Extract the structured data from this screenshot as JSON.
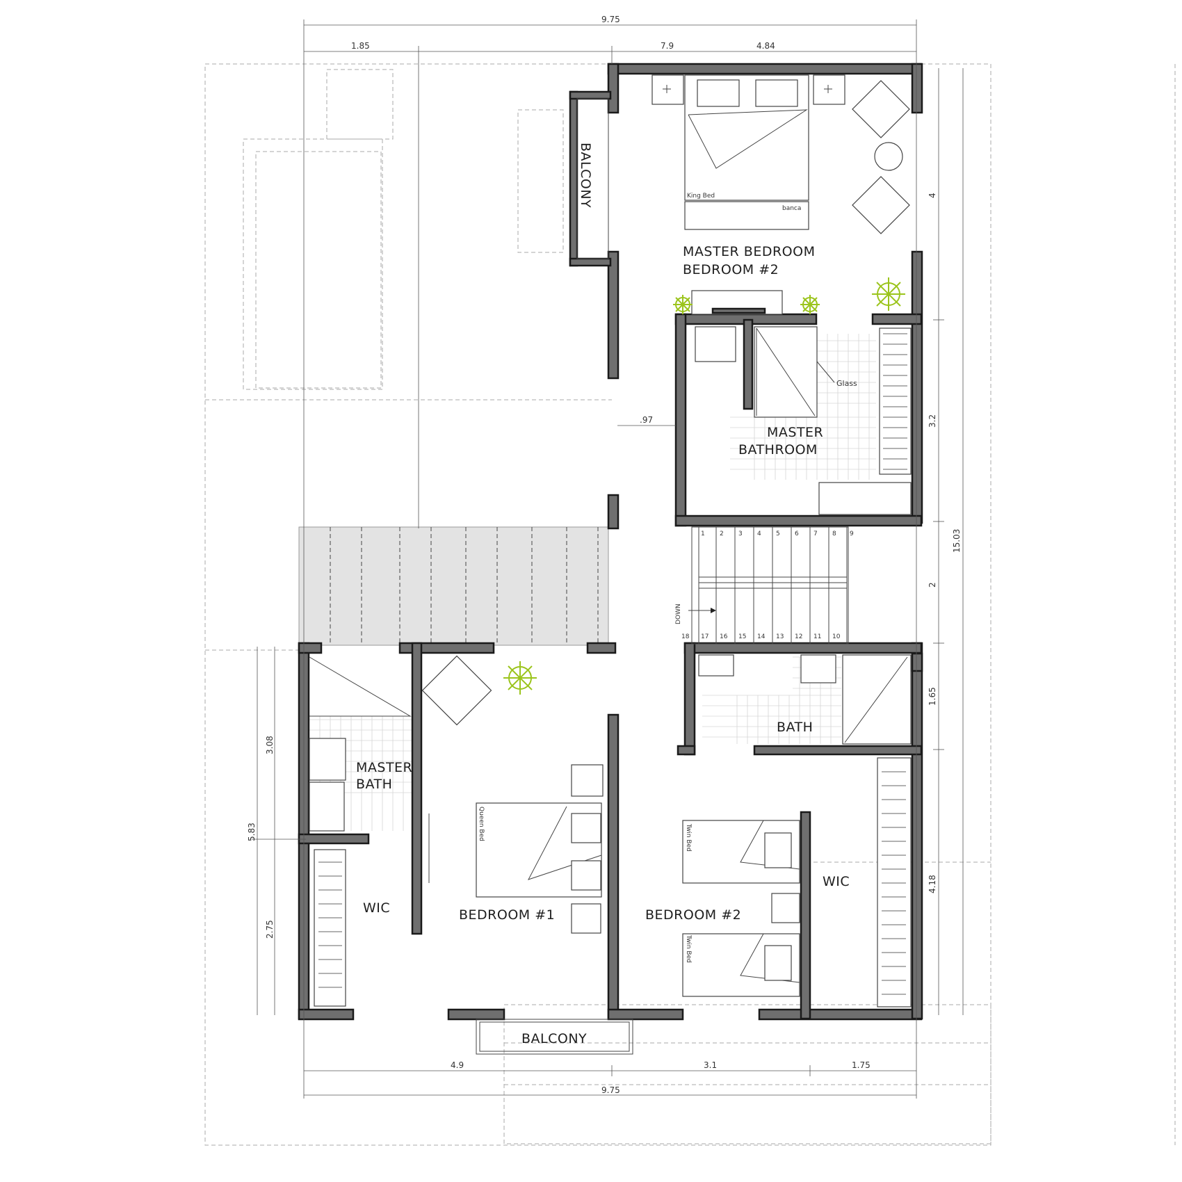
{
  "drawing": {
    "rooms": {
      "master_bedroom_line1": "MASTER BEDROOM",
      "master_bedroom_line2": "BEDROOM #2",
      "master_bathroom_line1": "MASTER",
      "master_bathroom_line2": "BATHROOM",
      "master_bath_line1": "MASTER",
      "master_bath_line2": "BATH",
      "bath": "BATH",
      "wic_left": "WIC",
      "wic_right": "WIC",
      "bedroom1": "BEDROOM #1",
      "bedroom2": "BEDROOM #2",
      "balcony_top": "BALCONY",
      "balcony_bottom": "BALCONY"
    },
    "furniture": {
      "king_bed": "King Bed",
      "banca": "banca",
      "queen_bed": "Queen Bed",
      "twin_bed_1": "Twin Bed",
      "twin_bed_2": "Twin Bed",
      "glass": "Glass",
      "down": "DOWN"
    },
    "dimensions": {
      "top_total": "9.75",
      "top_a": "1.85",
      "top_b": "7.9",
      "top_c": "4.84",
      "bottom_a": "4.9",
      "bottom_b": "3.1",
      "bottom_c": "1.75",
      "bottom_total": "9.75",
      "right_a": "4",
      "right_b": "3.2",
      "right_c": "2",
      "right_d": "1.65",
      "right_e": "4.18",
      "right_total": "15.03",
      "left_a": "3.08",
      "left_b": "5.83",
      "left_c": "2.75",
      "inner": ".97"
    },
    "stair_steps_top": [
      "1",
      "2",
      "3",
      "4",
      "5",
      "6",
      "7",
      "8",
      "9"
    ],
    "stair_steps_bottom": [
      "18",
      "17",
      "16",
      "15",
      "14",
      "13",
      "12",
      "11",
      "10"
    ]
  }
}
